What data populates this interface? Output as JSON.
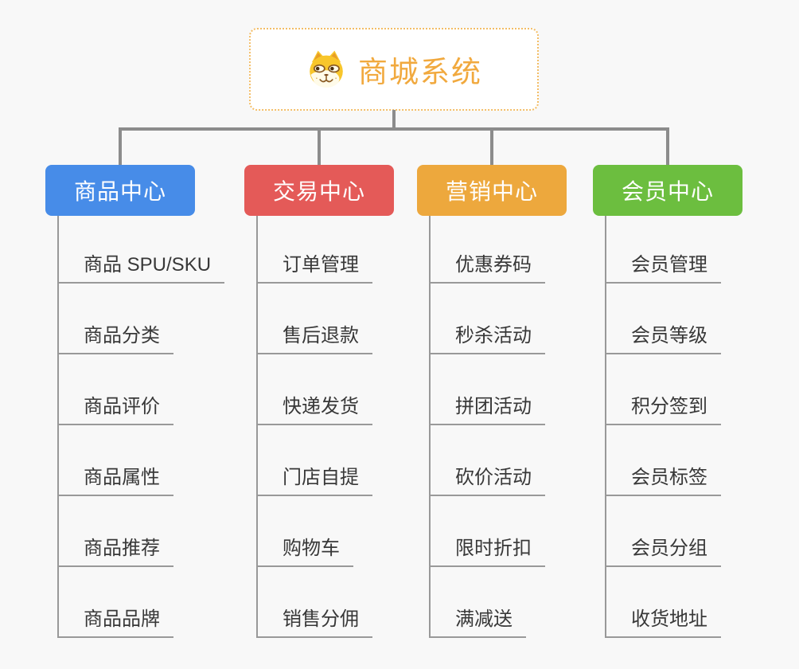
{
  "root": {
    "title": "商城系统",
    "icon": "dog-face-icon"
  },
  "branches": [
    {
      "label": "商品中心",
      "color": "#478ce8",
      "children": [
        "商品 SPU/SKU",
        "商品分类",
        "商品评价",
        "商品属性",
        "商品推荐",
        "商品品牌"
      ]
    },
    {
      "label": "交易中心",
      "color": "#e45a58",
      "children": [
        "订单管理",
        "售后退款",
        "快递发货",
        "门店自提",
        "购物车",
        "销售分佣"
      ]
    },
    {
      "label": "营销中心",
      "color": "#eda83d",
      "children": [
        "优惠券码",
        "秒杀活动",
        "拼团活动",
        "砍价活动",
        "限时折扣",
        "满减送"
      ]
    },
    {
      "label": "会员中心",
      "color": "#6cbe3f",
      "children": [
        "会员管理",
        "会员等级",
        "积分签到",
        "会员标签",
        "会员分组",
        "收货地址"
      ]
    }
  ],
  "colors": {
    "page_background": "#f8f8f8",
    "root_background": "#ffffff",
    "root_border": "#f3bd66",
    "root_title": "#f1a93e",
    "connector": "#8c8c8c",
    "leaf_line": "#999999",
    "leaf_text": "#383838",
    "branch_text": "#ffffff"
  }
}
